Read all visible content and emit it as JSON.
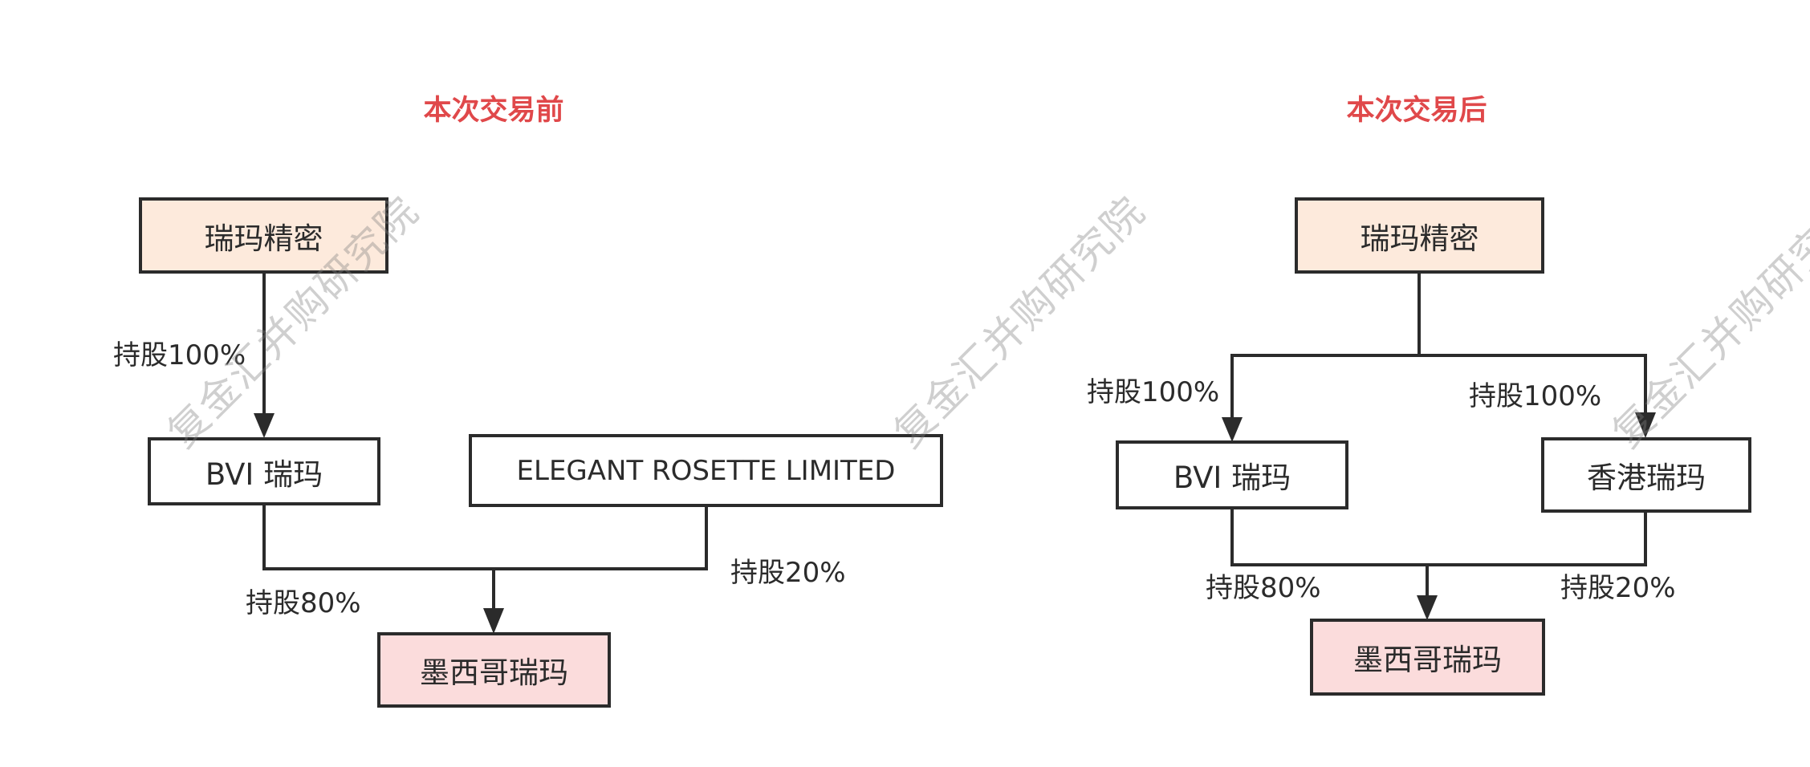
{
  "watermark": "复金汇并购研究院",
  "colors": {
    "title": "#e0484a",
    "parent_fill": "#fdeadc",
    "target_fill": "#fbdcdc",
    "line": "#2b2b2b"
  },
  "before": {
    "title": "本次交易前",
    "parent": "瑞玛精密",
    "bvi": "BVI 瑞玛",
    "elegant": "ELEGANT ROSETTE LIMITED",
    "target": "墨西哥瑞玛",
    "label_parent_bvi": "持股100%",
    "label_bvi_target": "持股80%",
    "label_elegant_target": "持股20%"
  },
  "after": {
    "title": "本次交易后",
    "parent": "瑞玛精密",
    "bvi": "BVI 瑞玛",
    "hk": "香港瑞玛",
    "target": "墨西哥瑞玛",
    "label_parent_bvi": "持股100%",
    "label_parent_hk": "持股100%",
    "label_bvi_target": "持股80%",
    "label_hk_target": "持股20%"
  }
}
